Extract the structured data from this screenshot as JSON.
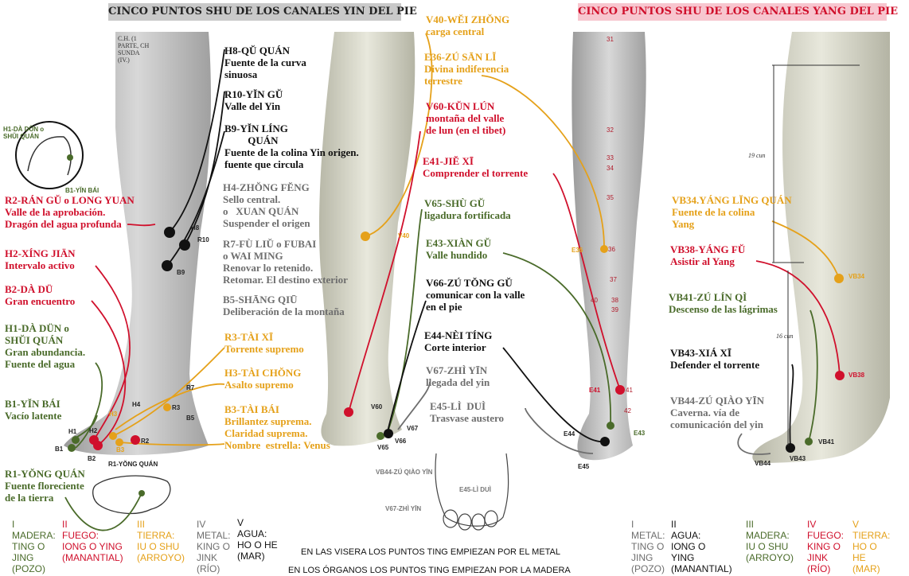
{
  "titles": {
    "yin": "CINCO PUNTOS SHU DE LOS CANALES YIN DEL PIE",
    "yang": "CINCO PUNTOS SHU DE LOS CANALES YANG  DEL PIE"
  },
  "colors": {
    "red": "#d0102c",
    "green": "#4a6b2a",
    "black": "#111111",
    "gray": "#6e6e6e",
    "orange": "#e5a11a"
  },
  "yin_left_labels": [
    {
      "code": "R2-RÁN GŬ o LONG YUAN",
      "text": "Valle de la aprobación.\nDragón del agua profunda",
      "color": "red"
    },
    {
      "code": "H2-XÍNG JIÄN",
      "text": "Intervalo activo",
      "color": "red"
    },
    {
      "code": "B2-DÀ DÜ",
      "text": "Gran encuentro",
      "color": "red"
    },
    {
      "code": "H1-DÀ DÜN o\nSHŬI QUÁN",
      "text": "Gran abundancia.\nFuente del agua",
      "color": "green"
    },
    {
      "code": "B1-YĬN BÁI",
      "text": "Vacío latente",
      "color": "green"
    },
    {
      "code": "R1-YŎNG QUÁN",
      "text": "Fuente floreciente\nde la tierra",
      "color": "green"
    }
  ],
  "yin_right_labels": [
    {
      "code": "H8-QŬ QUÁN",
      "text": "Fuente de la curva\nsinuosa",
      "color": "black"
    },
    {
      "code": "R10-YĬN GŬ",
      "text": "Valle del Yin",
      "color": "black"
    },
    {
      "code": "B9-YĬN LÍNG\n         QUÁN",
      "text": "Fuente de la colina Yin origen.\nfuente que circula",
      "color": "black"
    },
    {
      "code": "H4-ZHŎNG FĔNG",
      "text": "Sello central.\no   XUAN QUÁN\nSuspender el origen",
      "color": "gray"
    },
    {
      "code": "R7-FÙ LIŬ o FUBAI\no WAI MING",
      "text": "Renovar lo retenido.\nRetomar. El destino exterior",
      "color": "gray"
    },
    {
      "code": "B5-SHĀNG QIŪ",
      "text": "Deliberación de la montaña",
      "color": "gray"
    },
    {
      "code": "R3-TÀI XĪ",
      "text": "Torrente supremo",
      "color": "orange"
    },
    {
      "code": "H3-TÀI CHŎNG",
      "text": "Asalto supremo",
      "color": "orange"
    },
    {
      "code": "B3-TÀI BÁI",
      "text": "Brillantez suprema.\nClaridad suprema.\nNombre  estrella: Venus",
      "color": "orange"
    }
  ],
  "stomach_labels": [
    {
      "code": "V40-WĔI ZHŎNG",
      "text": "carga central",
      "color": "orange"
    },
    {
      "code": "E36-ZÚ SĀN LĬ",
      "text": "Divina indiferencia\nterrestre",
      "color": "orange"
    },
    {
      "code": "V60-KŬN LÚN",
      "text": "montaña del valle\nde lun (en el tibet)",
      "color": "red"
    },
    {
      "code": "E41-JIĔ XĪ",
      "text": "Comprender el torrente",
      "color": "red"
    },
    {
      "code": "V65-SHÙ GŬ",
      "text": "ligadura fortificada",
      "color": "green"
    },
    {
      "code": "E43-XIÀN GŬ",
      "text": "Valle hundido",
      "color": "green"
    },
    {
      "code": "V66-ZÚ TŎNG GŬ",
      "text": "comunicar con la valle\nen el pie",
      "color": "black"
    },
    {
      "code": "E44-NÈI TÍNG",
      "text": "Corte interior",
      "color": "black"
    },
    {
      "code": "V67-ZHÌ YĪN",
      "text": "llegada del yin",
      "color": "gray"
    },
    {
      "code": "E45-LÌ  DUÌ",
      "text": "Trasvase austero",
      "color": "gray"
    }
  ],
  "yang_labels": [
    {
      "code": "VB34.YÁNG LĬNG QUÁN",
      "text": "Fuente de la colina\nYang",
      "color": "orange"
    },
    {
      "code": "VB38-YÁNG FŬ",
      "text": "Asistir al Yang",
      "color": "red"
    },
    {
      "code": "VB41-ZÚ LÍN QÌ",
      "text": "Descenso de las lágrimas",
      "color": "green"
    },
    {
      "code": "VB43-XIÁ XĪ",
      "text": "Defender el torrente",
      "color": "black"
    },
    {
      "code": "VB44-ZÚ QIÀO YĪN",
      "text": "Caverna. vía de\ncomunicación del yin",
      "color": "gray"
    }
  ],
  "point_codes": {
    "yin_leg": [
      "H8",
      "R10",
      "B9",
      "H4",
      "R7",
      "B5",
      "R3",
      "H3",
      "B3",
      "H2",
      "H1",
      "B1",
      "R2",
      "B2",
      "R1-YŎNG QUÁN"
    ],
    "stomach_leg": [
      "V40",
      "V60",
      "V65",
      "V66",
      "V67"
    ],
    "e_leg": [
      "E36",
      "E41",
      "E44",
      "E43",
      "E45"
    ],
    "yang_leg": [
      "VB34",
      "VB38",
      "VB41",
      "VB43",
      "VB44"
    ],
    "leg_numbers": [
      "31",
      "32",
      "33",
      "34",
      "35",
      "36",
      "37",
      "38",
      "39",
      "40",
      "41",
      "42"
    ],
    "cun": [
      "19 cun",
      "16 cun"
    ],
    "inset_foot": [
      "H1-DÀ DŨN o\nSHŬI QUÁN",
      "B1-YĬN BÁI"
    ],
    "toe_labels": [
      "VB44-ZÚ QIÀO YĪN",
      "E45-LÌ  DUÌ",
      "V67-ZHÌ YĪN"
    ]
  },
  "legend_yin": [
    {
      "num": "I",
      "text": "MADERA:\nTING O\nJING\n(POZO)",
      "color": "green"
    },
    {
      "num": "II",
      "text": "FUEGO:\nIONG O YING\n(MANANTIAL)",
      "color": "red"
    },
    {
      "num": "III",
      "text": "TIERRA:\nIU O SHU\n(ARROYO)",
      "color": "orange"
    },
    {
      "num": "IV",
      "text": "METAL:\nKING O\nJINK\n(RÍO)",
      "color": "gray"
    },
    {
      "num": "V",
      "text": "AGUA:\nHO O HE\n(MAR)",
      "color": "black"
    }
  ],
  "legend_yang": [
    {
      "num": "I",
      "text": "METAL:\nTING O\nJING\n(POZO)",
      "color": "gray"
    },
    {
      "num": "II",
      "text": "AGUA:\nIONG O\nYING\n(MANANTIAL)",
      "color": "black"
    },
    {
      "num": "III",
      "text": "MADERA:\nIU O SHU\n(ARROYO)",
      "color": "green"
    },
    {
      "num": "IV",
      "text": "FUEGO:\nKING O\nJINK\n(RÍO)",
      "color": "red"
    },
    {
      "num": "V",
      "text": "TIERRA:\nHO O\nHE\n(MAR)",
      "color": "orange"
    }
  ],
  "notes": [
    "EN LAS VISERA LOS PUNTOS TING EMPIEZAN POR EL METAL",
    "EN LOS ÓRGANOS LOS PUNTOS TING EMPIEZAN POR LA MADERA"
  ],
  "leg_fragment_text": "C.H. (1\nPARTE, CH\nSUNDA\n(IV.)"
}
